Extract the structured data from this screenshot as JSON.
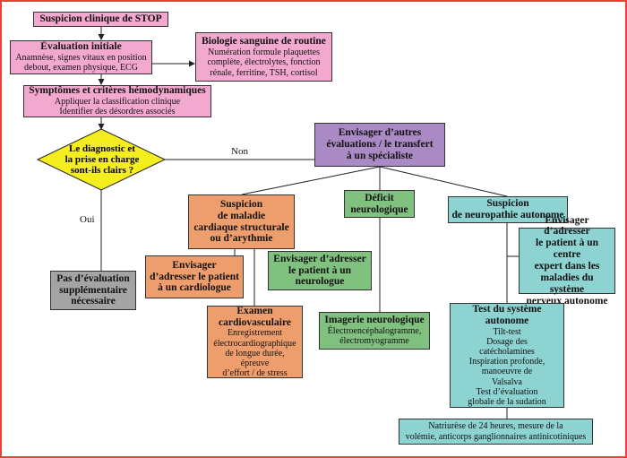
{
  "colors": {
    "frame": "#e8413a",
    "pink": "#f3a9cf",
    "purple": "#a98ac4",
    "orange": "#ee9e6d",
    "green": "#80c17f",
    "cyan": "#8dd3d2",
    "gray": "#a4a4a4",
    "diamond": "#f5ee1f"
  },
  "suspicion": {
    "title": "Suspicion clinique de STOP"
  },
  "evaluation": {
    "title": "Évaluation initiale",
    "text": "Anamnèse, signes vitaux en position\ndebout, examen physique, ECG"
  },
  "biologie": {
    "title": "Biologie sanguine de routine",
    "text": "Numération formule plaquettes\ncomplète, électrolytes, fonction\nrénale, ferritine, TSH, cortisol"
  },
  "symptomes": {
    "title": "Symptômes et critères hémodynamiques",
    "text": "Appliquer la classification clinique\nIdentifier des désordres associés"
  },
  "decision": {
    "text": "Le diagnostic et\nla prise en charge\nsont-ils clairs ?"
  },
  "labels": {
    "non": "Non",
    "oui": "Oui"
  },
  "envisager_autres": {
    "title": "Envisager d’autres\névaluations / le transfert\nà un spécialiste"
  },
  "pas_evaluation": {
    "title": "Pas d’évaluation\nsupplémentaire\nnécessaire"
  },
  "suspicion_cardiaque": {
    "title": "Suspicion\nde maladie\ncardiaque structurale\nou d’arythmie"
  },
  "deficit": {
    "title": "Déficit\nneurologique"
  },
  "neuropathie": {
    "title": "Suspicion\nde neuropathie autonome"
  },
  "cardiologue": {
    "title": "Envisager\nd’adresser le patient\nà un cardiologue"
  },
  "neurologue": {
    "title": "Envisager d’adresser\nle patient à un\nneurologue"
  },
  "centre_expert": {
    "title": "Envisager d’adresser\nle patient à un centre\nexpert dans les\nmaladies du système\nnerveux autonome"
  },
  "examen_cardio": {
    "title": "Examen\ncardiovasculaire",
    "text": "Enregistrement\nélectrocardiographique\nde longue durée, épreuve\nd’effort / de stress"
  },
  "imagerie": {
    "title": "Imagerie neurologique",
    "text": "Électroencéphalogramme,\nélectromyogramme"
  },
  "test_autonome": {
    "title": "Test du système autonome",
    "text": "Tilt-test\nDosage des\ncatécholamines\nInspiration profonde,\nmanoeuvre de\nValsalva\nTest d’évaluation\nglobale de la sudation"
  },
  "natriurese": {
    "text": "Natriurèse de 24 heures, mesure de la\nvolémie, anticorps ganglionnaires antinicotiniques"
  }
}
